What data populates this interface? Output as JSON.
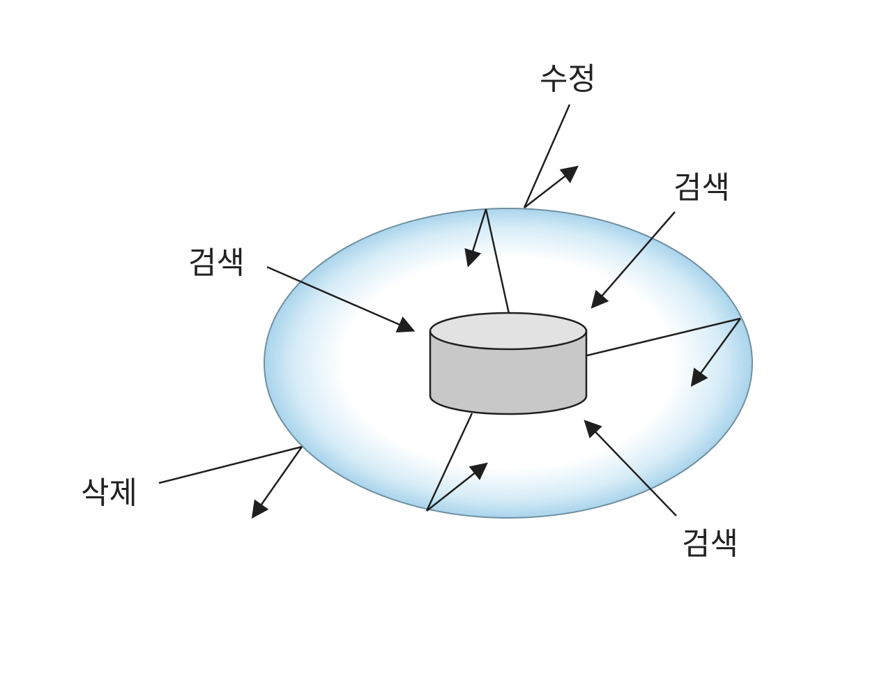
{
  "labels": {
    "modify": "수정",
    "search_left": "검색",
    "search_right": "검색",
    "search_bottom": "검색",
    "delete": "삭제"
  },
  "colors": {
    "ring_edge": "#a9d4ec",
    "ring_center": "#ffffff",
    "ring_outline": "#6f8f9f",
    "cylinder_side": "#c8c8c8",
    "cylinder_top": "#e2e2e2",
    "line": "#1f1f1f"
  }
}
